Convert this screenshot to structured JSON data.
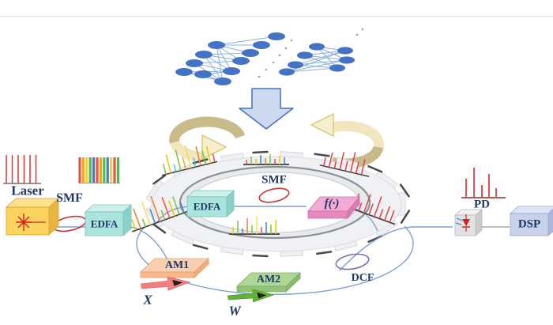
{
  "labels": {
    "laser": "Laser",
    "smf_left": "SMF",
    "edfa_outer": "EDFA",
    "smf_loop": "SMF",
    "edfa_loop": "EDFA",
    "nonlinearity": "f(·)",
    "am1": "AM1",
    "am2": "AM2",
    "dcf": "DCF",
    "pd": "PD",
    "dsp": "DSP",
    "input_vector": "X",
    "weight_vector": "W"
  },
  "icons": {
    "laser_emitter": "red-starburst-rays",
    "photodiode": "red-diode-triangle-with-blue-arrows",
    "fiber_coil": "ellipse-loop",
    "recirculation": "curved-cycle-arrow",
    "mapping_arrow": "block-arrow-down",
    "neural_network": "blue-node-graph"
  },
  "colors": {
    "label_navy": "#1f3864",
    "fiber_blue": "#7f9fd4",
    "laser_yellow": "#fbd35f",
    "edfa_cyan": "#abe4dd",
    "nonlinearity_pink": "#f2abd2",
    "am1_peach": "#f9cfb0",
    "am2_green": "#aed695",
    "dsp_periwinkle": "#c7d1ea",
    "pd_gray": "#e2e2e2",
    "comb_red": "#e04040",
    "smf_coil_red": "#cf3535",
    "dcf_coil_purple": "#7a68b8",
    "gear_gray": "#f0f1f4",
    "cycle_arrow_pale": "#f6efcd",
    "cycle_arrow_dark": "#c9ba8a",
    "down_arrow_fill": "#cdd9ef",
    "down_arrow_edge": "#4472c4",
    "node_blue": "#4472c4",
    "input_arrow_red": "#f47f7f",
    "weight_arrow_green": "#63b138"
  }
}
